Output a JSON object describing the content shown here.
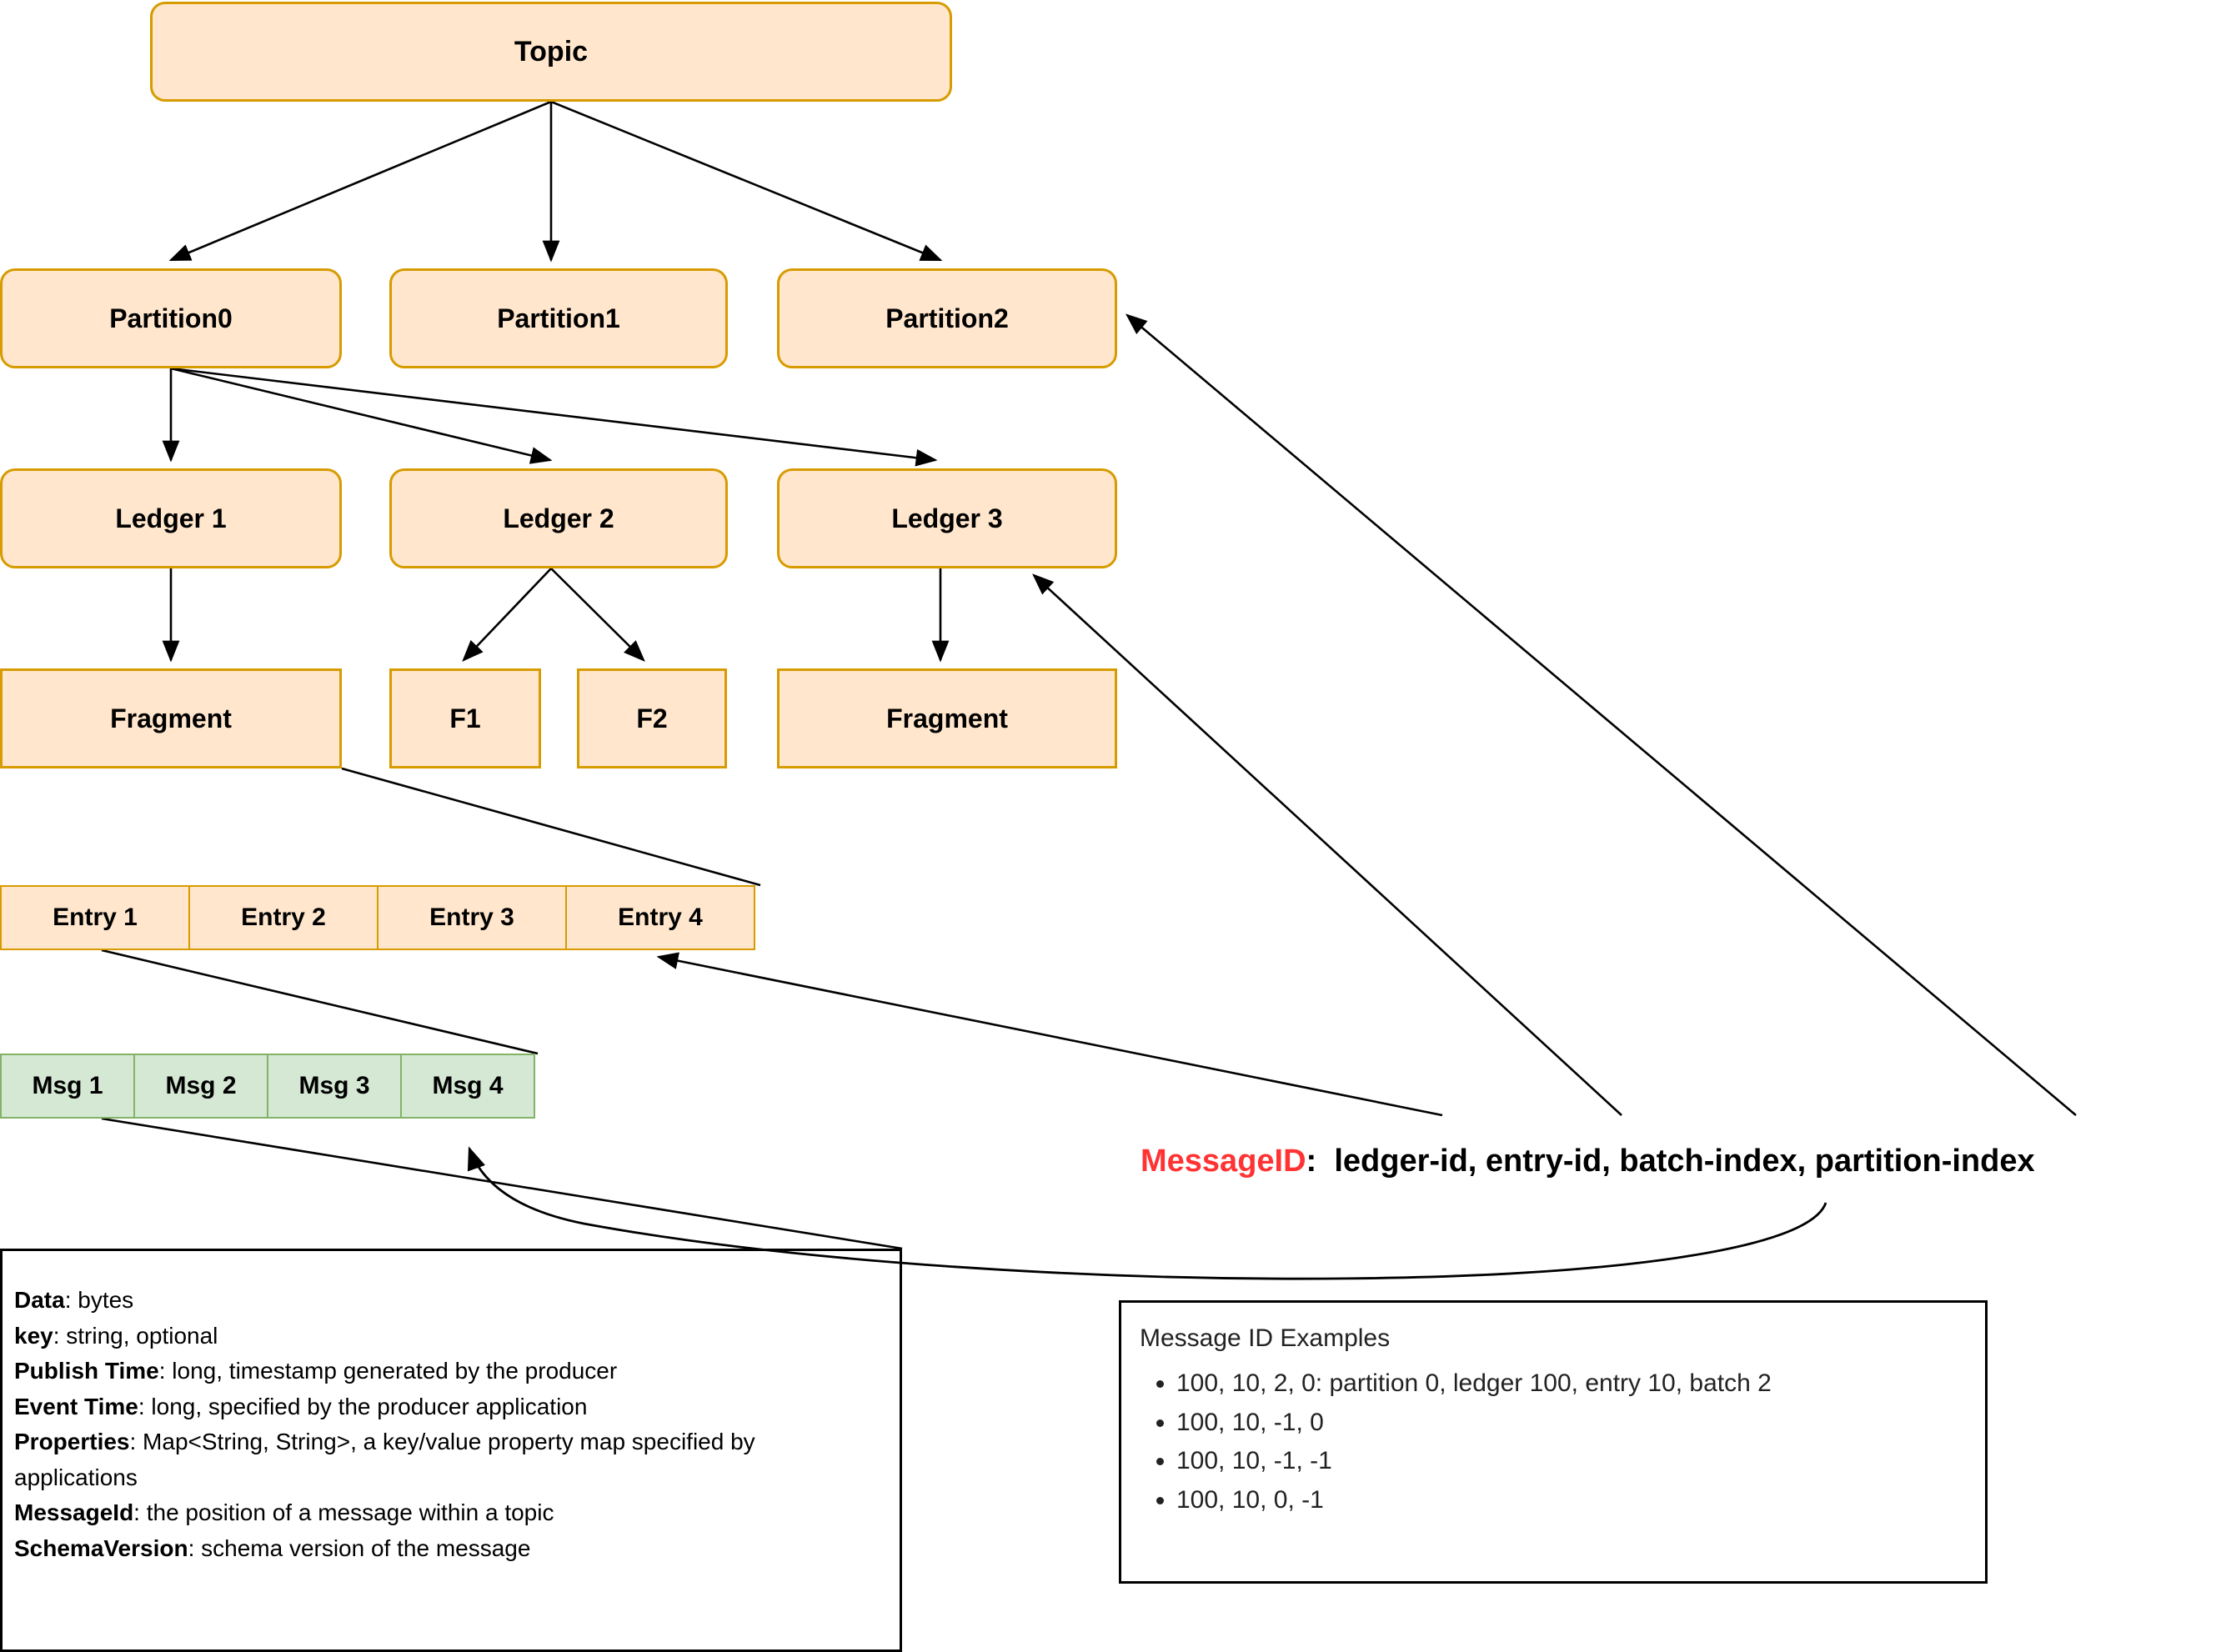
{
  "colors": {
    "node_fill": "#ffe6cc",
    "node_stroke": "#d79b00",
    "msg_fill": "#d5e8d4",
    "msg_stroke": "#82b366",
    "accent_red": "#ff3333",
    "edge": "#000000",
    "background": "#ffffff"
  },
  "hierarchy": {
    "topic": {
      "label": "Topic"
    },
    "partitions": [
      {
        "label": "Partition0"
      },
      {
        "label": "Partition1"
      },
      {
        "label": "Partition2"
      }
    ],
    "ledgers": [
      {
        "label": "Ledger 1"
      },
      {
        "label": "Ledger 2"
      },
      {
        "label": "Ledger 3"
      }
    ],
    "fragments": [
      {
        "label": "Fragment"
      },
      {
        "label": "F1"
      },
      {
        "label": "F2"
      },
      {
        "label": "Fragment"
      }
    ],
    "entries": [
      {
        "label": "Entry 1"
      },
      {
        "label": "Entry 2"
      },
      {
        "label": "Entry 3"
      },
      {
        "label": "Entry 4"
      }
    ],
    "messages": [
      {
        "label": "Msg 1"
      },
      {
        "label": "Msg 2"
      },
      {
        "label": "Msg 3"
      },
      {
        "label": "Msg 4"
      }
    ]
  },
  "message_id": {
    "keyword": "MessageID",
    "separator": ":",
    "fields": "ledger-id, entry-id, batch-index, partition-index"
  },
  "message_fields": [
    {
      "name": "Data",
      "desc": ": bytes"
    },
    {
      "name": "key",
      "desc": ": string, optional"
    },
    {
      "name": "Publish Time",
      "desc": ": long, timestamp generated by the producer"
    },
    {
      "name": "Event Time",
      "desc": ": long, specified by the producer application"
    },
    {
      "name": "Properties",
      "desc": ": Map<String, String>, a key/value property map specified by"
    },
    {
      "name": "",
      "desc": "applications"
    },
    {
      "name": "MessageId",
      "desc": ": the position of a message within a topic"
    },
    {
      "name": "SchemaVersion",
      "desc": ": schema version of the message"
    }
  ],
  "examples_box": {
    "title": "Message ID Examples",
    "items": [
      "100, 10, 2, 0:  partition 0,  ledger 100,  entry 10,  batch 2",
      "100, 10, -1, 0",
      "100, 10, -1, -1",
      "100, 10, 0, -1"
    ]
  }
}
